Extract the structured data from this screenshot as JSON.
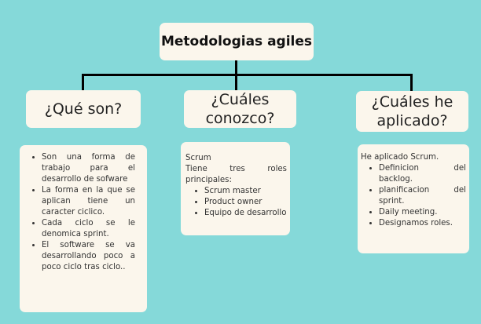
{
  "title": "Metodologias agiles",
  "columns": [
    {
      "header": "¿Qué son?",
      "intro": [],
      "bullets": [
        "Son una forma de trabajo para el desarrollo de sofware",
        "La forma en la que se aplican tiene un caracter ciclico.",
        "Cada ciclo se le denomica sprint.",
        "El software se va desarrollando poco a poco ciclo tras ciclo.."
      ]
    },
    {
      "header": "¿Cuáles conozco?",
      "intro": [
        "Scrum",
        "Tiene tres roles principales:"
      ],
      "bullets": [
        "Scrum master",
        "Product owner",
        "Equipo de desarrollo"
      ]
    },
    {
      "header": "¿Cuáles he aplicado?",
      "intro": [
        "He aplicado Scrum."
      ],
      "bullets": [
        "Definicion del backlog.",
        "planificacion del sprint.",
        "Daily meeting.",
        "Designamos roles."
      ]
    }
  ],
  "colors": {
    "background": "#85d9d9",
    "box": "#fbf6ec",
    "connector": "#000000"
  }
}
